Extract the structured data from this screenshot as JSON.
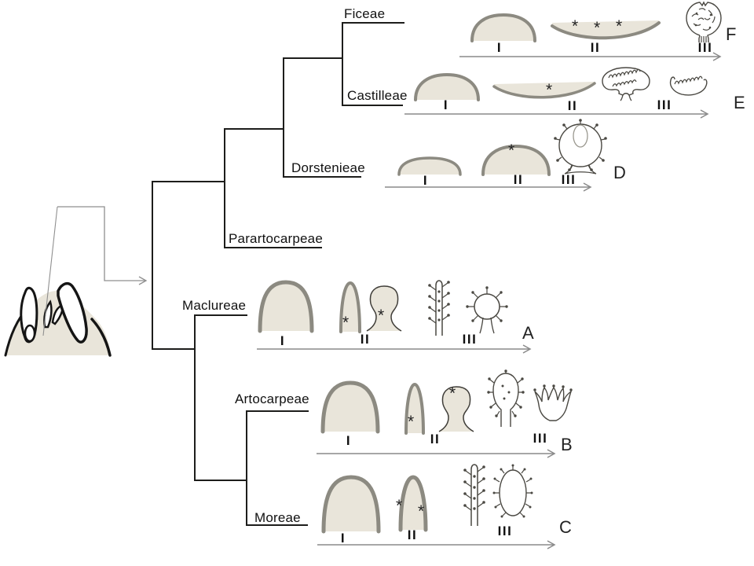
{
  "figure": {
    "type": "cladogram-with-developmental-stage-drawings",
    "description": "Phylogenetic tree of Moraceae tribes, each tip linked to a timeline (stages I-III) of inflorescence development drawings, plus an outgroup inflorescence sketch pointing at the tree root"
  },
  "tree": {
    "tips": [
      {
        "label": "Ficeae"
      },
      {
        "label": "Castilleae"
      },
      {
        "label": "Dorstenieae"
      },
      {
        "label": "Parartocarpeae"
      },
      {
        "label": "Maclureae"
      },
      {
        "label": "Artocarpeae"
      },
      {
        "label": "Moreae"
      }
    ]
  },
  "stage_labels": [
    "I",
    "II",
    "III"
  ],
  "symbols": {
    "asterisk": "*"
  },
  "panels": [
    {
      "letter": "F",
      "tribe": "Ficeae",
      "stage_shapes": [
        "dome-primordium",
        "flat-bowl-receptacle-with-3-asterisks",
        "closed-syconium-with-inner-flowers"
      ]
    },
    {
      "letter": "E",
      "tribe": "Castilleae",
      "stage_shapes": [
        "dome-primordium",
        "shallow-bowl-with-asterisk",
        "involucrate-head-on-stalk",
        "open-cup-with-flowers"
      ]
    },
    {
      "letter": "D",
      "tribe": "Dorstenieae",
      "stage_shapes": [
        "low-dome-primordium",
        "broad-dome-with-asterisk",
        "open-receptacle-with-marginal-glands"
      ]
    },
    {
      "letter": "A",
      "tribe": "Maclureae",
      "stage_shapes": [
        "tall-dome-primordium",
        "finger-primordium-with-asterisk",
        "club-primordium-with-asterisk",
        "spike-with-flowers",
        "globose-head-with-flowers"
      ]
    },
    {
      "letter": "B",
      "tribe": "Artocarpeae",
      "stage_shapes": [
        "tall-dome-primordium",
        "finger-primordium-with-asterisk",
        "club-primordium-with-asterisk",
        "knobbed-club-head",
        "candelabra-flower-cluster"
      ]
    },
    {
      "letter": "C",
      "tribe": "Moreae",
      "stage_shapes": [
        "tall-dome-primordium",
        "finger-primordium-with-two-asterisks",
        "spike-with-flowers",
        "bristly-catkin"
      ]
    }
  ],
  "colors": {
    "primordium_fill": "#e9e5da",
    "primordium_outline": "#8c8a81",
    "tree_line": "#1d1d1b",
    "axis_gray": "#8a8a8a",
    "ink": "#3f3d38"
  }
}
